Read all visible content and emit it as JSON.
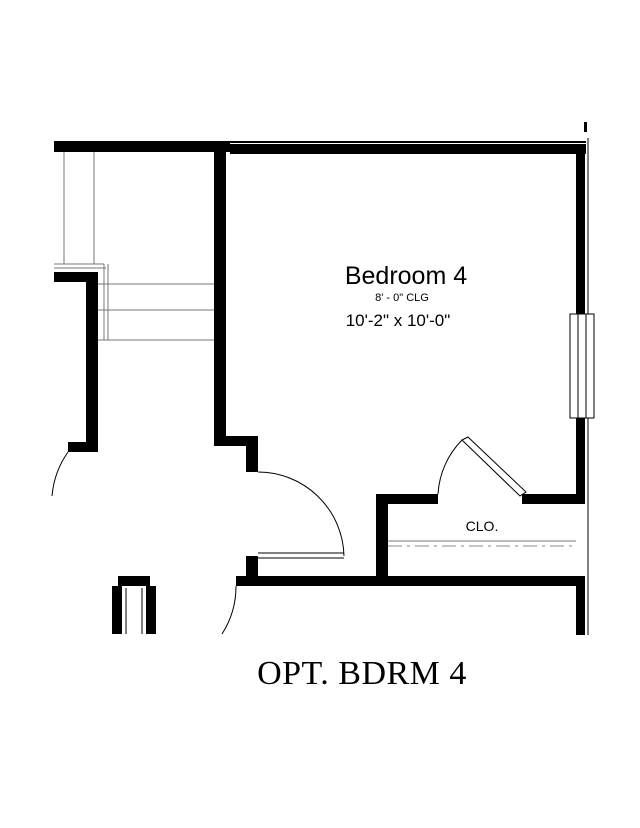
{
  "room": {
    "name": "Bedroom 4",
    "ceiling": "8' - 0\" CLG",
    "dimensions": "10'-2\" x 10'-0\""
  },
  "closet": {
    "label": "CLO."
  },
  "plan_title": "OPT. BDRM 4"
}
